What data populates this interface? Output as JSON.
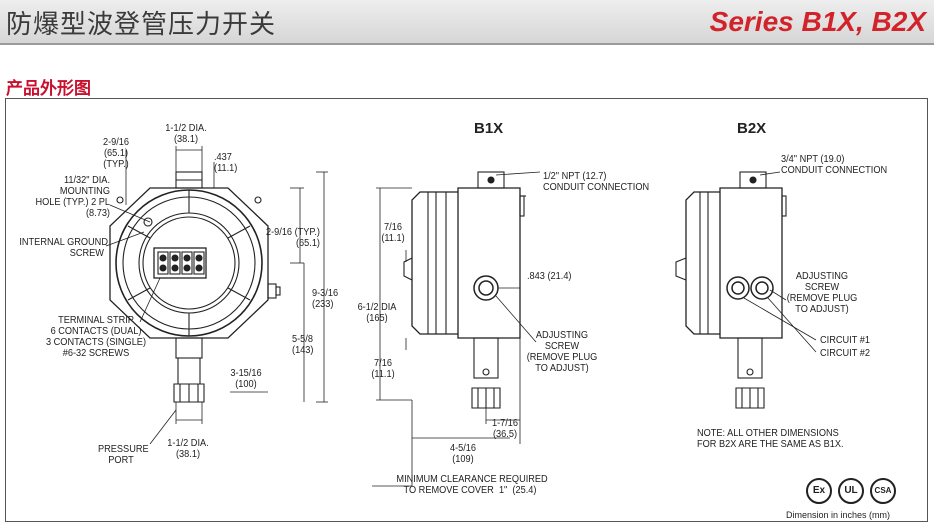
{
  "header": {
    "title_cn": "防爆型波登管压力开关",
    "series": "Series B1X, B2X"
  },
  "section": {
    "title": "产品外形图"
  },
  "views": {
    "b1x_title": "B1X",
    "b2x_title": "B2X"
  },
  "front_view": {
    "dia_top": "1-1/2 DIA.\n(38.1)",
    "left_top_dim": "2-9/16\n(65.1)\n(TYP.)",
    "dim_437": ".437\n(11.1)",
    "mounting_hole": "11/32\" DIA.\nMOUNTING\nHOLE (TYP.) 2 PL\n(8.73)",
    "internal_ground": "INTERNAL GROUND\nSCREW",
    "right_typ_dim": "2-9/16 (TYP.)\n(65.1)",
    "height_dim": "9-3/16\n(233)",
    "dim_558": "5-5/8\n(143)",
    "terminal_strip": "TERMINAL STRIP\n6 CONTACTS (DUAL)\n3 CONTACTS (SINGLE)\n#6-32 SCREWS",
    "dim_3_15_16": "3-15/16\n(100)",
    "pressure_port": "PRESSURE\nPORT",
    "dia_bottom": "1-1/2 DIA.\n(38.1)"
  },
  "b1x_view": {
    "conduit": "1/2\" NPT (12.7)\nCONDUIT CONNECTION",
    "dim_7_16_top": "7/16\n(11.1)",
    "dim_843": ".843 (21.4)",
    "dia_6_1_2": "6-1/2 DIA\n(165)",
    "adjusting_screw": "ADJUSTING\nSCREW\n(REMOVE PLUG\nTO ADJUST)",
    "dim_7_16_bottom": "7/16\n(11.1)",
    "dim_1_7_16": "1-7/16\n(36.5)",
    "dim_4_5_16": "4-5/16\n(109)",
    "clearance": "MINIMUM CLEARANCE REQUIRED\nTO REMOVE COVER  1\"  (25.4)"
  },
  "b2x_view": {
    "conduit": "3/4\" NPT (19.0)\nCONDUIT CONNECTION",
    "adjusting_screw": "ADJUSTING\nSCREW\n(REMOVE PLUG\nTO ADJUST)",
    "circuit1": "CIRCUIT #1",
    "circuit2": "CIRCUIT #2",
    "note": "NOTE: ALL OTHER DIMENSIONS\nFOR B2X ARE THE SAME AS B1X."
  },
  "certifications": [
    "Ex",
    "UL",
    "CSA"
  ],
  "footer": {
    "units": "Dimension in inches (mm)"
  }
}
